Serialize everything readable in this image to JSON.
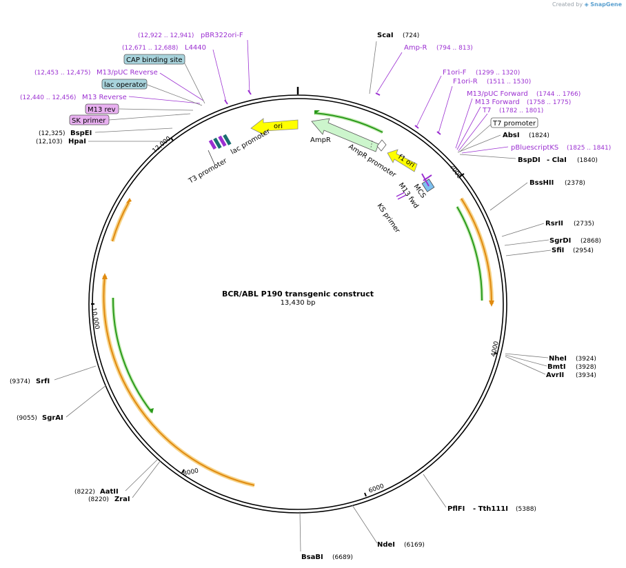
{
  "credit": {
    "prefix": "Created by",
    "brand": "SnapGene"
  },
  "map": {
    "title": "BCR/ABL P190 transgenic construct",
    "subtitle": "13,430 bp"
  },
  "ticks": {
    "t2000": "2000",
    "t4000": "4000",
    "t6000": "6000",
    "t8000": "8000",
    "t10000": "10,000",
    "t12000": "12,000"
  },
  "enzymes": {
    "scai": {
      "name": "ScaI",
      "pos": "(724)"
    },
    "absi": {
      "name": "AbsI",
      "pos": "(1824)"
    },
    "bspdi": {
      "name": "BspDI",
      "sep": "- ClaI",
      "pos": "(1840)"
    },
    "bsshii": {
      "name": "BssHII",
      "pos": "(2378)"
    },
    "rsrii": {
      "name": "RsrII",
      "pos": "(2735)"
    },
    "sgrdi": {
      "name": "SgrDI",
      "pos": "(2868)"
    },
    "sfii": {
      "name": "SfiI",
      "pos": "(2954)"
    },
    "nhei": {
      "name": "NheI",
      "pos": "(3924)"
    },
    "bmti": {
      "name": "BmtI",
      "pos": "(3928)"
    },
    "avrii": {
      "name": "AvrII",
      "pos": "(3934)"
    },
    "pflfi": {
      "name": "PflFI",
      "sep": "- Tth111I",
      "pos": "(5388)"
    },
    "ndei": {
      "name": "NdeI",
      "pos": "(6169)"
    },
    "bsabi": {
      "name": "BsaBI",
      "pos": "(6689)"
    },
    "aatii": {
      "name": "AatII",
      "pos": "(8222)"
    },
    "zrai": {
      "name": "ZraI",
      "pos": "(8220)"
    },
    "sgrai": {
      "name": "SgrAI",
      "pos": "(9055)"
    },
    "srfi": {
      "name": "SrfI",
      "pos": "(9374)"
    },
    "hpai": {
      "name": "HpaI",
      "pos": "(12,103)"
    },
    "bspei": {
      "name": "BspEI",
      "pos": "(12,325)"
    }
  },
  "primers": {
    "ampr": {
      "name": "Amp-R",
      "pos": "(794 .. 813)"
    },
    "f1orif": {
      "name": "F1ori-F",
      "pos": "(1299 .. 1320)"
    },
    "f1orir": {
      "name": "F1ori-R",
      "pos": "(1511 .. 1530)"
    },
    "m13pucf": {
      "name": "M13/pUC Forward",
      "pos": "(1744 .. 1766)"
    },
    "m13f": {
      "name": "M13 Forward",
      "pos": "(1758 .. 1775)"
    },
    "t7": {
      "name": "T7",
      "pos": "(1782 .. 1801)"
    },
    "pbks": {
      "name": "pBluescriptKS",
      "pos": "(1825 .. 1841)"
    },
    "pbr322": {
      "name": "pBR322ori-F",
      "pos": "(12,922 .. 12,941)"
    },
    "l4440": {
      "name": "L4440",
      "pos": "(12,671 .. 12,688)"
    },
    "m13pucr": {
      "name": "M13/pUC Reverse",
      "pos": "(12,453 .. 12,475)"
    },
    "m13r": {
      "name": "M13 Reverse",
      "pos": "(12,440 .. 12,456)"
    }
  },
  "boxed": {
    "t7prom": "T7 promoter",
    "cap": "CAP binding site",
    "lacop": "lac operator",
    "m13rev": "M13 rev",
    "skprimer": "SK primer"
  },
  "features": {
    "ori": "ori",
    "ampr": "AmpR",
    "amprprom": "AmpR promoter",
    "f1ori": "f1 ori",
    "mcs": "MCS",
    "m13fwd": "M13 fwd",
    "ksprimer": "KS primer",
    "t3prom": "T3 promoter",
    "lacprom": "lac promoter"
  },
  "colors": {
    "backbone": "#000000",
    "primer": "#9b2fd1",
    "ori": "#ffff00",
    "ampr": "#ccf5cc",
    "orange": "#f0a030",
    "green": "#2a9a1a",
    "boxTeal": "#a8d3dc",
    "boxPink": "#e8b0f0",
    "mcs": "#7ec0f0"
  }
}
